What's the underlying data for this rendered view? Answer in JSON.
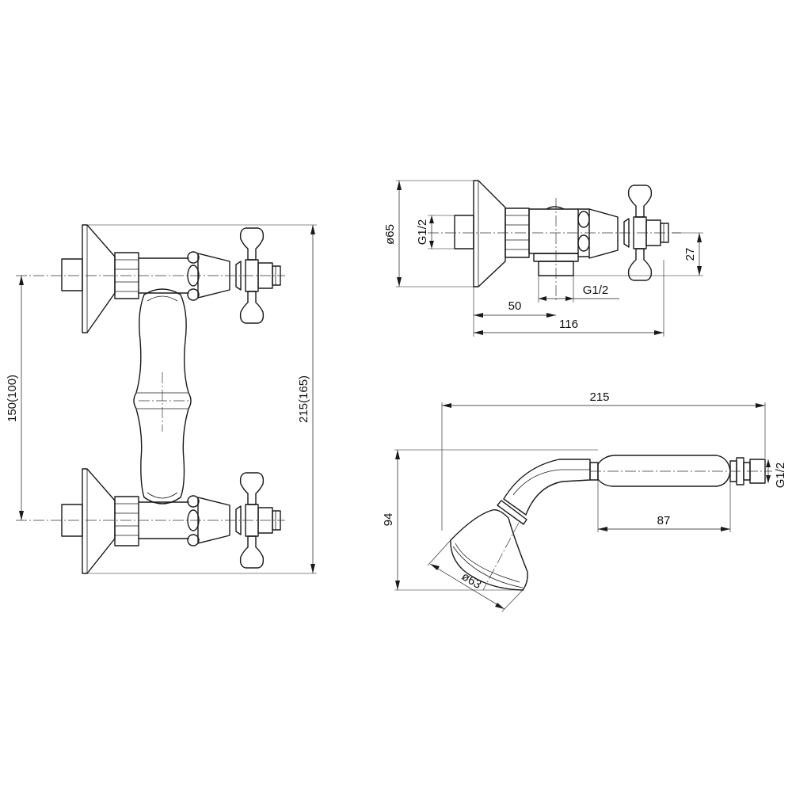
{
  "front_view": {
    "dim_inlet_spacing": "150(100)",
    "dim_overall_height": "215(165)"
  },
  "side_view": {
    "dim_flange_diameter": "ø65",
    "dim_inlet_thread": "G1/2",
    "dim_outlet_thread": "G1/2",
    "dim_outlet_offset": "50",
    "dim_depth": "116",
    "dim_outlet_height": "27"
  },
  "hand_shower": {
    "dim_length": "215",
    "dim_height": "94",
    "dim_head_diameter": "ø63",
    "dim_handle_length": "87",
    "dim_connection_thread": "G1/2"
  }
}
